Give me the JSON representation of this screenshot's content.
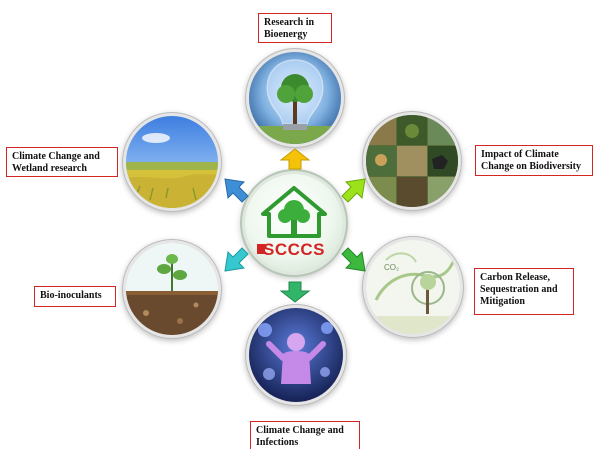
{
  "center": {
    "logo_text": "SCCCS"
  },
  "topics": [
    {
      "id": "bioenergy",
      "label": "Research in\nBioenergy"
    },
    {
      "id": "biodiversity",
      "label": "Impact of Climate\nChange on Biodiversity"
    },
    {
      "id": "carbon",
      "label": "Carbon Release,\nSequestration and\nMitigation"
    },
    {
      "id": "infections",
      "label": "Climate Change  and\nInfections"
    },
    {
      "id": "bioinoculants",
      "label": "Bio-inoculants"
    },
    {
      "id": "wetland",
      "label": "Climate Change and\nWetland research"
    }
  ],
  "colors": {
    "label_border": "#d42525",
    "arrow_top": "#f5c20a",
    "arrow_upper_right": "#9be21a",
    "arrow_lower_right": "#3cb83c",
    "arrow_bottom": "#33b569",
    "arrow_lower_left": "#36c8cf",
    "arrow_upper_left": "#3f8fd6",
    "logo": "#2f9a2f",
    "logo_text": "#d42525"
  }
}
